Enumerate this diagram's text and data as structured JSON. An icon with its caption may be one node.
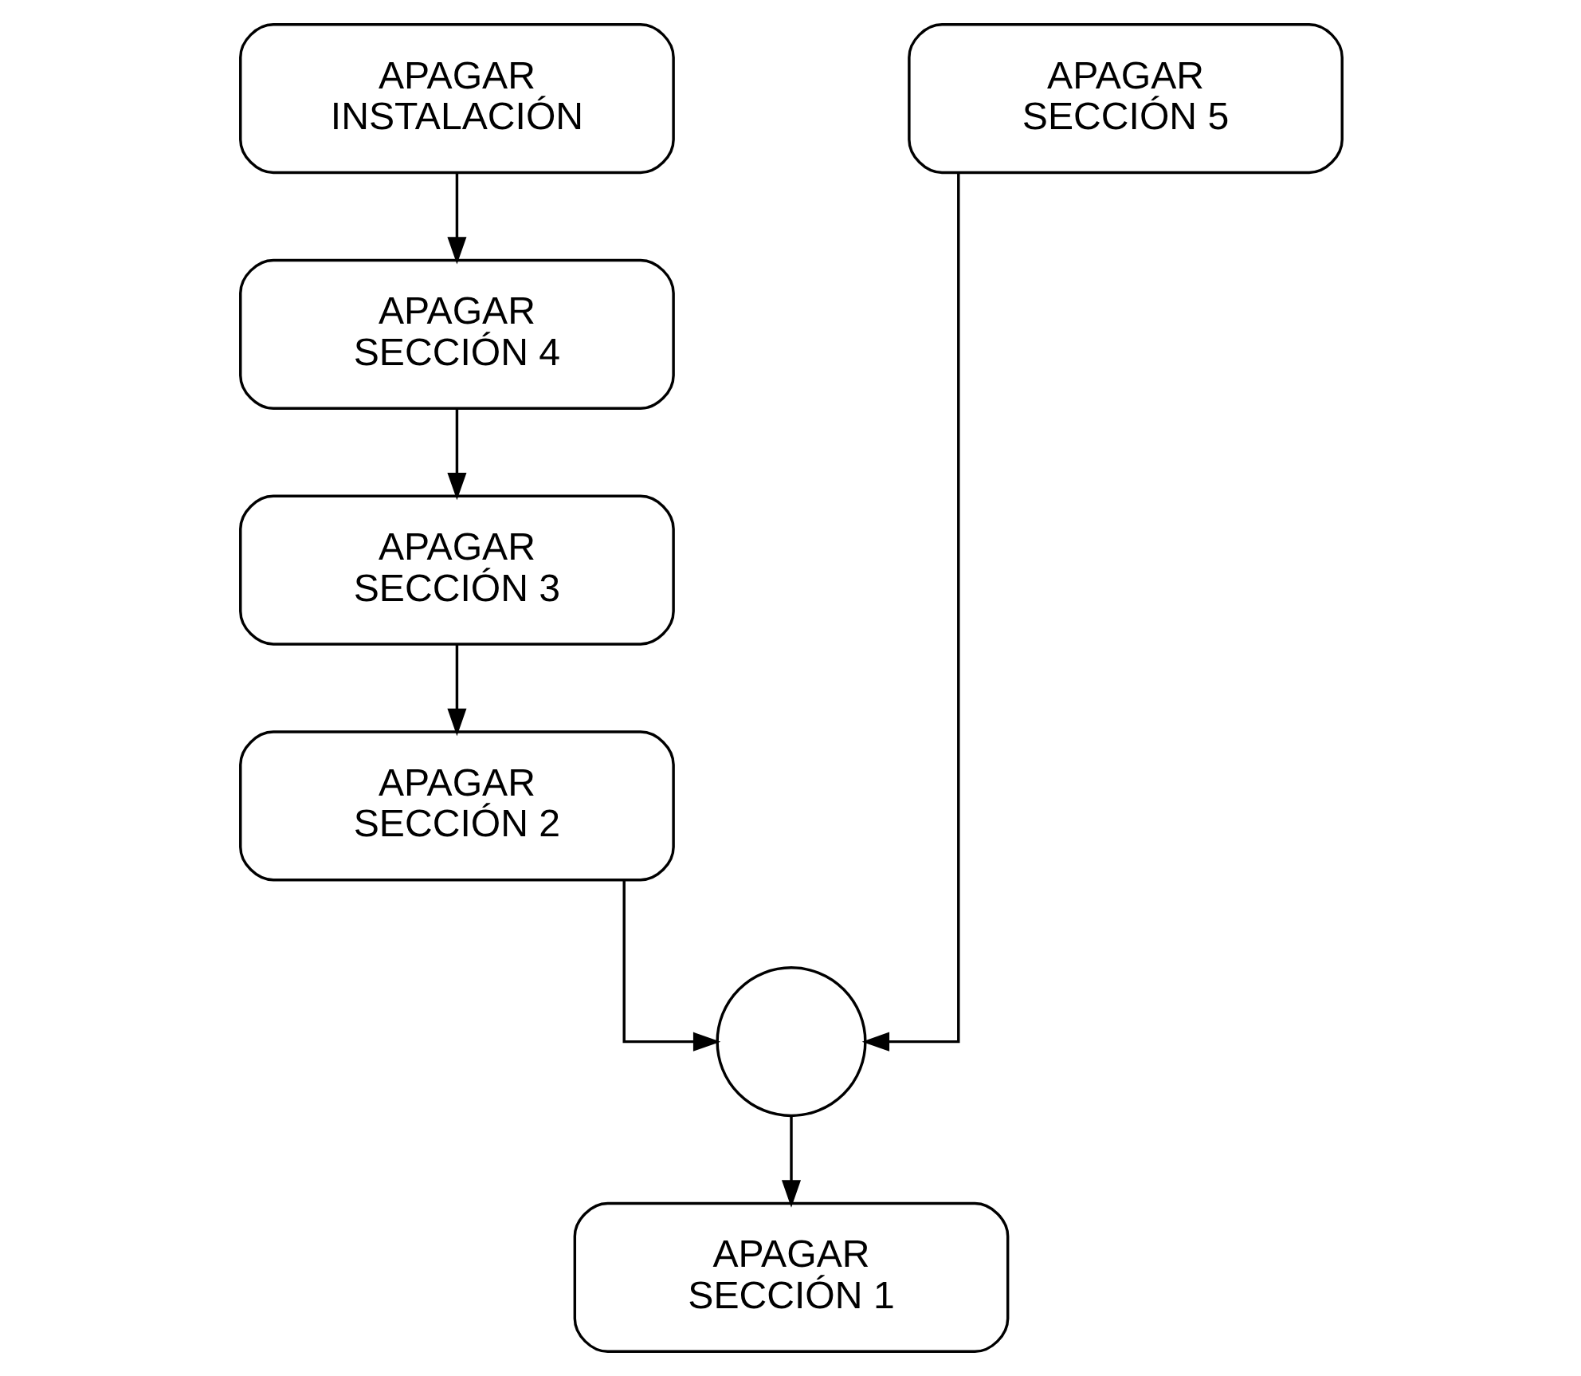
{
  "diagram": {
    "nodes": [
      {
        "text": [
          "APAGAR INSTALACIÓN"
        ]
      },
      {
        "text": [
          "APAGAR SECCIÓN 4"
        ]
      },
      {
        "text": [
          "APAGAR SECCIÓN 3"
        ]
      },
      {
        "text": [
          "APAGAR SECCIÓN 2"
        ]
      },
      {
        "text": [
          "APAGAR SECCIÓN 5"
        ]
      },
      {
        "text": [],
        "shape": "circle"
      },
      {
        "text": [
          "APAGAR SECCIÓN 1"
        ]
      }
    ],
    "edges": [
      {
        "from": 0,
        "to": 1,
        "arrow": "to"
      },
      {
        "from": 1,
        "to": 2,
        "arrow": "to"
      },
      {
        "from": 2,
        "to": 3,
        "arrow": "to"
      },
      {
        "from": 3,
        "to": 5,
        "arrow": "to"
      },
      {
        "from": 4,
        "to": 5,
        "arrow": "to"
      },
      {
        "from": 5,
        "to": 6,
        "arrow": "to"
      }
    ]
  }
}
